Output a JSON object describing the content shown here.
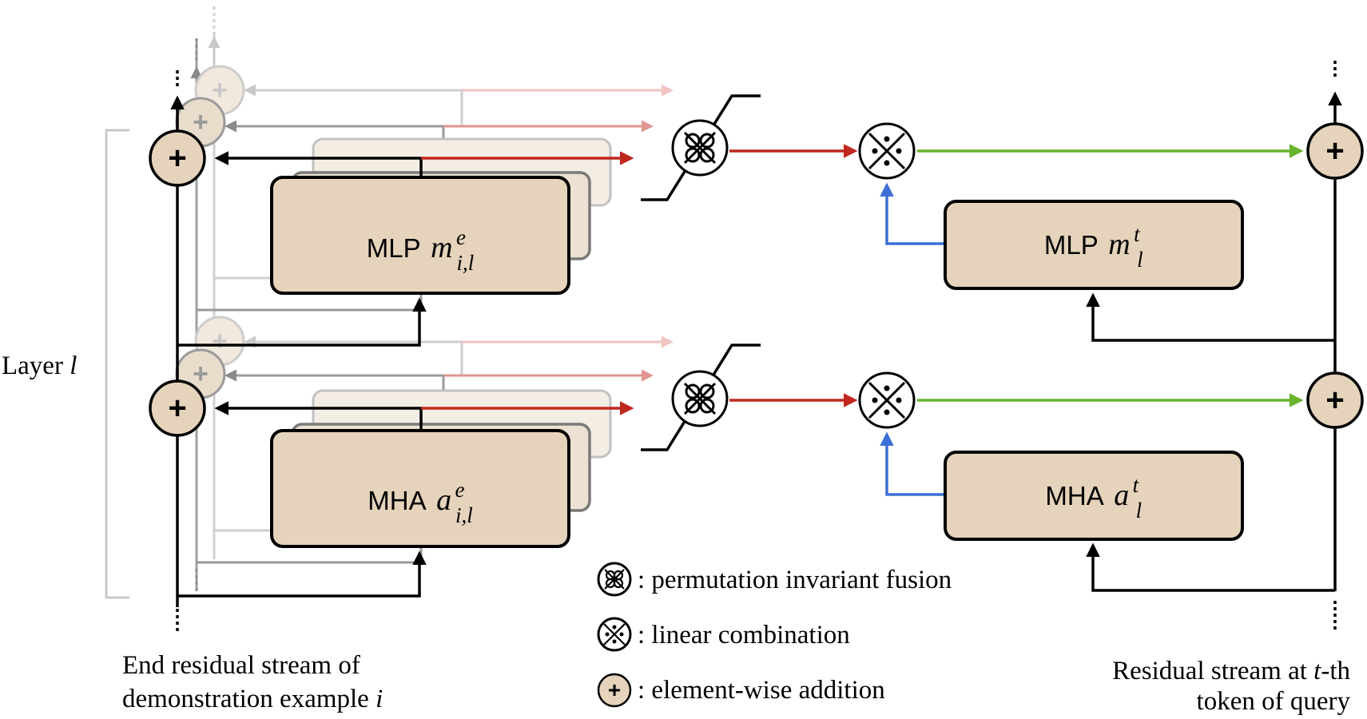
{
  "blocks": {
    "mlp_demo": {
      "name": "MLP",
      "var": "m",
      "sup": "e",
      "sub": "i,l"
    },
    "mha_demo": {
      "name": "MHA",
      "var": "a",
      "sup": "e",
      "sub": "i,l"
    },
    "mlp_query": {
      "name": "MLP",
      "var": "m",
      "sup": "t",
      "sub": "l"
    },
    "mha_query": {
      "name": "MHA",
      "var": "a",
      "sup": "t",
      "sub": "l"
    }
  },
  "layer_label": {
    "text": "Layer",
    "var": "l"
  },
  "captions": {
    "demo_line1": "End residual stream of",
    "demo_line2": "demonstration example",
    "demo_var": "i",
    "query_line1_a": "Residual stream at",
    "query_line1_var": "t",
    "query_line1_b": "-th",
    "query_line2": "token of query"
  },
  "legend": [
    {
      "icon": "fusion-icon",
      "text": ": permutation invariant fusion"
    },
    {
      "icon": "linear-combination-icon",
      "text": ": linear combination"
    },
    {
      "icon": "plus-icon",
      "text": ": element-wise addition"
    }
  ],
  "colors": {
    "block_fill": "#e5d3bb",
    "demo_arrow": "#c0281f",
    "blue_arrow": "#3d6fd6",
    "green_arrow": "#6ab42d"
  }
}
